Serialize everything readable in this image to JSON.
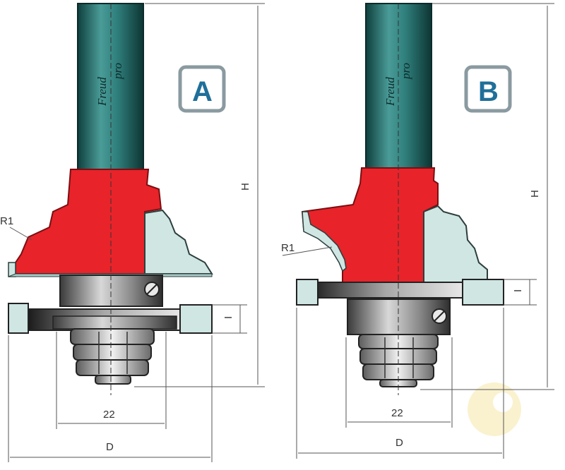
{
  "cutters": [
    {
      "id": "A",
      "label": "A",
      "brand": "Freud",
      "model": "pro",
      "dims": {
        "height": "H",
        "depth": "I",
        "radius": "R1",
        "bearing": "22",
        "diameter": "D"
      }
    },
    {
      "id": "B",
      "label": "B",
      "brand": "Freud",
      "model": "pro",
      "dims": {
        "height": "H",
        "depth": "I",
        "radius": "R1",
        "bearing": "22",
        "diameter": "D"
      }
    }
  ],
  "colors": {
    "shank": "#2f7f7c",
    "body_red": "#e8232a",
    "profile": "#cfe6e3",
    "bearing": "#6b6b6b",
    "badge_text": "#1f6f9a",
    "watermark": "#f6e7a8"
  }
}
